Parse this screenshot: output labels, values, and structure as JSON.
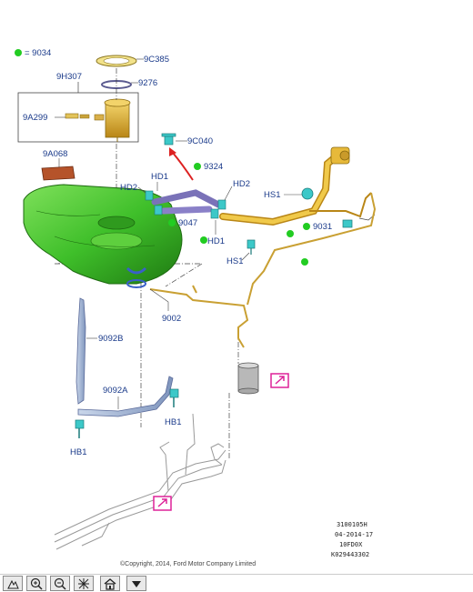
{
  "legend": {
    "text": "= 9034",
    "color": "#22cc22"
  },
  "labels": {
    "l9c385": "9C385",
    "l9h307": "9H307",
    "l9276": "9276",
    "l9a299": "9A299",
    "l9a068": "9A068",
    "l9c040": "9C040",
    "l9324": "9324",
    "hd1a": "HD1",
    "hd2a": "HD2",
    "hd2b": "HD2",
    "hd1b": "HD1",
    "hs1a": "HS1",
    "hs1b": "HS1",
    "l9047": "9047",
    "l9031": "9031",
    "l9002": "9002",
    "l9092b": "9092B",
    "l9092a": "9092A",
    "hb1a": "HB1",
    "hb1b": "HB1"
  },
  "codes": {
    "line1": "3100105H",
    "line2": "04-2014-17",
    "line3": "10FD0X",
    "line4": "K029443302"
  },
  "copyright": "©Copyright, 2014, Ford Motor Company Limited",
  "colors": {
    "tank": "#3fbf2a",
    "fuel_line": "#d9a72c",
    "label": "#1a3a8a",
    "link_box": "#dd2299",
    "arrow": "#dd2222"
  },
  "toolbar": [
    "pan-icon",
    "zoom-in-icon",
    "zoom-out-icon",
    "fit-icon",
    "home-icon",
    "menu-down-icon"
  ]
}
